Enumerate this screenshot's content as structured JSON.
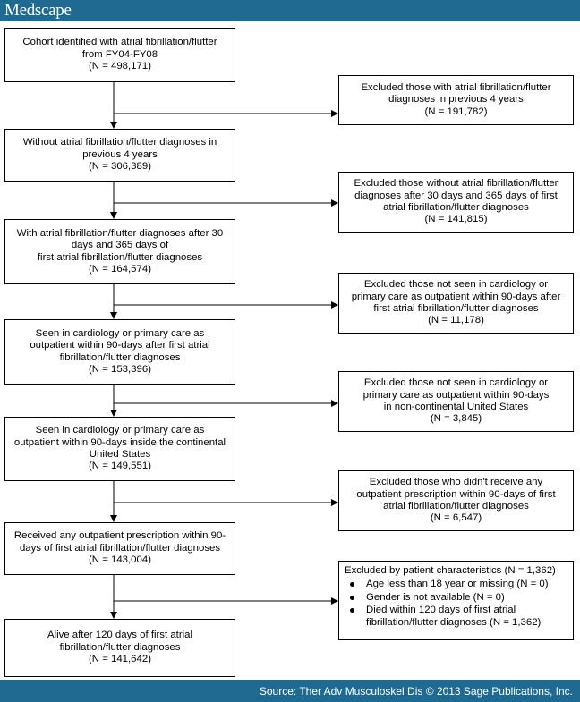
{
  "header": {
    "brand": "Medscape"
  },
  "footer": {
    "source": "Source: Ther Adv Musculoskel Dis © 2013 Sage Publications, Inc."
  },
  "flow": {
    "main": [
      {
        "lines": [
          "Cohort identified with atrial fibrillation/flutter",
          "from FY04-FY08",
          "(N = 498,171)"
        ]
      },
      {
        "lines": [
          "Without atrial fibrillation/flutter diagnoses in",
          "previous 4 years",
          "(N = 306,389)"
        ]
      },
      {
        "lines": [
          "With atrial fibrillation/flutter diagnoses after 30",
          "days and 365 days of",
          "first atrial fibrillation/flutter diagnoses",
          "(N = 164,574)"
        ]
      },
      {
        "lines": [
          "Seen in cardiology or primary care as",
          "outpatient within 90-days after first atrial",
          "fibrillation/flutter diagnoses",
          "(N = 153,396)"
        ]
      },
      {
        "lines": [
          "Seen in cardiology or primary care as",
          "outpatient within 90-days inside the continental",
          "United States",
          "(N = 149,551)"
        ]
      },
      {
        "lines": [
          "Received any outpatient prescription within 90-",
          "days of first atrial fibrillation/flutter diagnoses",
          "(N = 143,004)"
        ]
      },
      {
        "lines": [
          "Alive after 120 days of first atrial",
          "fibrillation/flutter diagnoses",
          "(N = 141,642)"
        ]
      }
    ],
    "excluded": [
      {
        "lines": [
          "Excluded those with atrial fibrillation/flutter",
          "diagnoses in previous 4 years",
          "(N = 191,782)"
        ]
      },
      {
        "lines": [
          "Excluded those without atrial fibrillation/flutter",
          "diagnoses after 30 days and 365 days of first",
          "atrial fibrillation/flutter diagnoses",
          "(N = 141,815)"
        ]
      },
      {
        "lines": [
          "Excluded those not seen in cardiology or",
          "primary care as outpatient within 90-days after",
          "first atrial fibrillation/flutter diagnoses",
          "(N = 11,178)"
        ]
      },
      {
        "lines": [
          "Excluded those not seen in cardiology or",
          "primary care as outpatient within 90-days",
          "in non-continental United States",
          "(N = 3,845)"
        ]
      },
      {
        "lines": [
          "Excluded those who didn't receive any",
          "outpatient prescription within 90-days of first",
          "atrial fibrillation/flutter diagnoses",
          "(N = 6,547)"
        ]
      }
    ],
    "characteristics": {
      "title": "Excluded by patient characteristics (N = 1,362)",
      "items": [
        "Age less than 18 year or missing  (N = 0)",
        "Gender is not available  (N = 0)",
        "Died within 120 days of first atrial fibrillation/flutter diagnoses  (N = 1,362)"
      ]
    }
  }
}
